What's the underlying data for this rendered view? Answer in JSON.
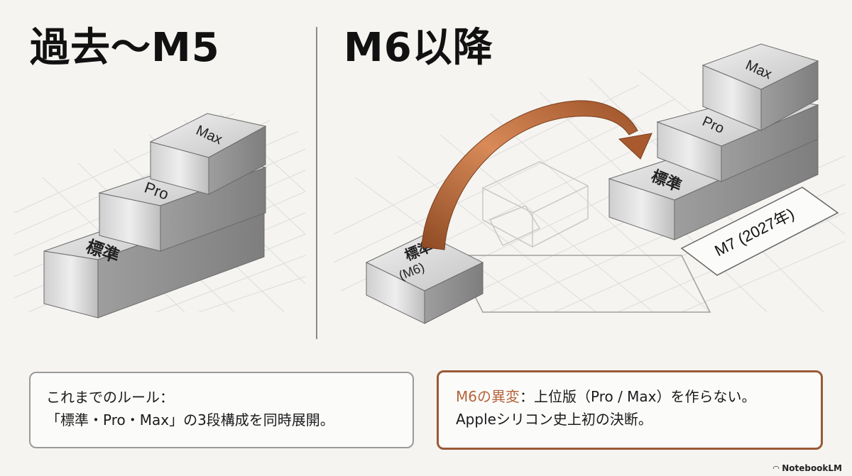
{
  "left_panel": {
    "title": "過去〜M5",
    "blocks": {
      "top": "Max",
      "middle": "Pro",
      "bottom": "標準"
    }
  },
  "right_panel": {
    "title": "M6以降",
    "m6_block": {
      "label": "標準",
      "sublabel": "(M6)"
    },
    "m7_stack": {
      "top": "Max",
      "middle": "Pro",
      "bottom": "標準"
    },
    "m7_label": "M7 (2027年)"
  },
  "callout_left": {
    "line1": "これまでのルール：",
    "line2": "「標準・Pro・Max」の3段構成を同時展開。"
  },
  "callout_right": {
    "lead": "M6の異変",
    "line1_rest": "：上位版（Pro / Max）を作らない。",
    "line2": "Appleシリコン史上初の決断。"
  },
  "colors": {
    "accent": "#b5643a",
    "arrow": "#b8693c",
    "block": "#d3d3d3"
  },
  "brand": {
    "icon": "notebooklm-logo-icon",
    "name": "NotebookLM"
  }
}
